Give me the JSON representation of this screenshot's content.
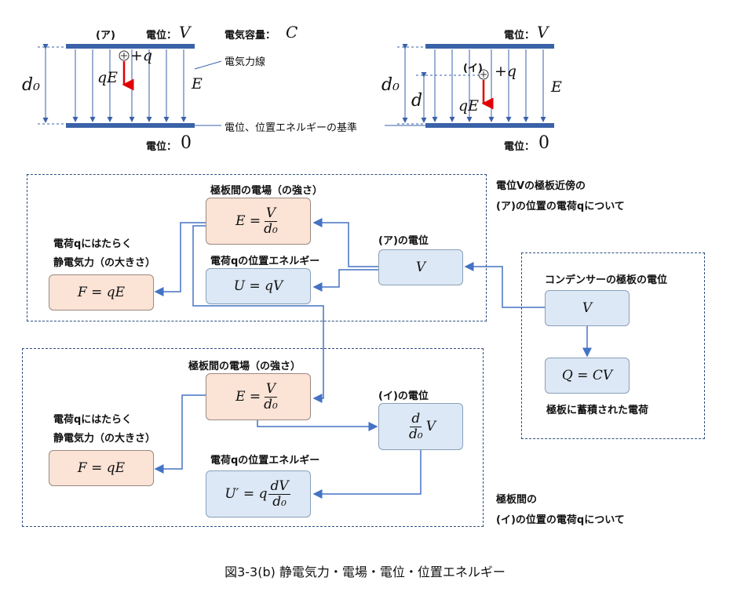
{
  "top_left": {
    "label_a": "(ア)",
    "potential_label": "電位：",
    "potential_var": "V",
    "capacitance_label": "電気容量：",
    "capacitance_var": "C",
    "charge": "+q",
    "force": "qE",
    "field": "E",
    "distance": "d₀",
    "field_lines_note": "電気力線",
    "bottom_potential_label": "電位：",
    "bottom_potential_val": "0"
  },
  "reference_note": "電位、位置エネルギーの基準",
  "top_right": {
    "potential_label": "電位：",
    "potential_var": "V",
    "label_i": "(イ)",
    "charge": "+q",
    "distance_total": "d₀",
    "distance": "d",
    "force": "qE",
    "field": "E",
    "bottom_potential_label": "電位：",
    "bottom_potential_val": "0"
  },
  "section_a": {
    "heading_line1": "電位Vの極板近傍の",
    "heading_line2": "(ア)の位置の電荷qについて",
    "field_title": "極板間の電場（の強さ）",
    "field_eq_lhs": "E =",
    "field_eq_num": "V",
    "field_eq_den": "d₀",
    "force_title_line1": "電荷qにはたらく",
    "force_title_line2": "静電気力（の大きさ）",
    "force_eq": "F = qE",
    "energy_title": "電荷qの位置エネルギー",
    "energy_eq": "U = qV",
    "potential_title": "(ア)の電位",
    "potential_eq": "V"
  },
  "capacitor": {
    "title": "コンデンサーの極板の電位",
    "potential_eq": "V",
    "charge_eq": "Q = CV",
    "charge_caption": "極板に蓄積された電荷"
  },
  "section_i": {
    "heading_line1": "極板間の",
    "heading_line2": "(イ)の位置の電荷qについて",
    "field_title": "極板間の電場（の強さ）",
    "field_eq_lhs": "E =",
    "field_eq_num": "V",
    "field_eq_den": "d₀",
    "force_title_line1": "電荷qにはたらく",
    "force_title_line2": "静電気力（の大きさ）",
    "force_eq": "F = qE",
    "potential_title": "(イ)の電位",
    "potential_eq_num": "d",
    "potential_eq_den": "d₀",
    "potential_eq_tail": "V",
    "energy_title": "電荷qの位置エネルギー",
    "energy_eq_lhs": "U′ = q",
    "energy_eq_num": "dV",
    "energy_eq_den": "d₀"
  },
  "caption": "図3-3(b) 静電気力・電場・電位・位置エネルギー",
  "colors": {
    "plate": "#3a62a8",
    "field_line": "#3a62a8",
    "force_arrow": "#e00000",
    "connector": "#4472c4",
    "box_orange": "#fbe3d6",
    "box_blue": "#dce8f5",
    "frame": "#2f4f80"
  }
}
